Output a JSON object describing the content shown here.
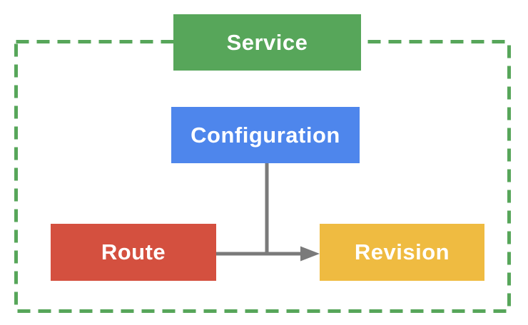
{
  "diagram": {
    "description": "Object model diagram: Service box over a dashed boundary containing Configuration, Route and Revision; Configuration connects down to the Route-to-Revision arrow",
    "nodes": {
      "service": {
        "label": "Service",
        "color": "#57A65A",
        "text_color": "#ffffff"
      },
      "configuration": {
        "label": "Configuration",
        "color": "#4E86EC",
        "text_color": "#ffffff"
      },
      "route": {
        "label": "Route",
        "color": "#D4503F",
        "text_color": "#ffffff"
      },
      "revision": {
        "label": "Revision",
        "color": "#EFBB41",
        "text_color": "#ffffff"
      }
    },
    "boundary": {
      "style": "dashed",
      "color": "#57A65A"
    },
    "connectors": {
      "color": "#7A7A7A",
      "edges": [
        {
          "from": "configuration",
          "to": "route-revision-line",
          "type": "vertical-line",
          "arrow": false
        },
        {
          "from": "route",
          "to": "revision",
          "type": "horizontal-line",
          "arrow": true
        }
      ]
    }
  }
}
